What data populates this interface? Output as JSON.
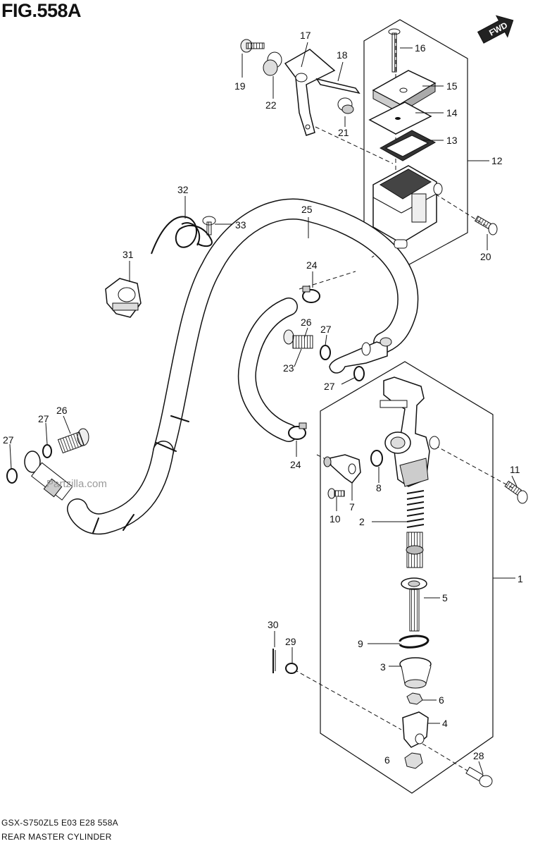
{
  "header": {
    "figure_title": "FIG.558A"
  },
  "watermark": {
    "text": "Partzilla.com"
  },
  "footer": {
    "model_code": "GSX-S750ZL5  E03  E28  558A",
    "section_name": "REAR MASTER CYLINDER"
  },
  "fwd_badge": {
    "label": "FWD"
  },
  "callouts": [
    {
      "id": "c1",
      "label": "1"
    },
    {
      "id": "c2",
      "label": "2"
    },
    {
      "id": "c3",
      "label": "3"
    },
    {
      "id": "c4",
      "label": "4"
    },
    {
      "id": "c5",
      "label": "5"
    },
    {
      "id": "c6a",
      "label": "6"
    },
    {
      "id": "c6b",
      "label": "6"
    },
    {
      "id": "c7",
      "label": "7"
    },
    {
      "id": "c8",
      "label": "8"
    },
    {
      "id": "c9",
      "label": "9"
    },
    {
      "id": "c10",
      "label": "10"
    },
    {
      "id": "c11",
      "label": "11"
    },
    {
      "id": "c12",
      "label": "12"
    },
    {
      "id": "c13",
      "label": "13"
    },
    {
      "id": "c14",
      "label": "14"
    },
    {
      "id": "c15",
      "label": "15"
    },
    {
      "id": "c16",
      "label": "16"
    },
    {
      "id": "c17",
      "label": "17"
    },
    {
      "id": "c18",
      "label": "18"
    },
    {
      "id": "c19",
      "label": "19"
    },
    {
      "id": "c20",
      "label": "20"
    },
    {
      "id": "c21",
      "label": "21"
    },
    {
      "id": "c22",
      "label": "22"
    },
    {
      "id": "c23",
      "label": "23"
    },
    {
      "id": "c24a",
      "label": "24"
    },
    {
      "id": "c24b",
      "label": "24"
    },
    {
      "id": "c25",
      "label": "25"
    },
    {
      "id": "c26a",
      "label": "26"
    },
    {
      "id": "c26b",
      "label": "26"
    },
    {
      "id": "c27a",
      "label": "27"
    },
    {
      "id": "c27b",
      "label": "27"
    },
    {
      "id": "c27c",
      "label": "27"
    },
    {
      "id": "c27d",
      "label": "27"
    },
    {
      "id": "c28",
      "label": "28"
    },
    {
      "id": "c29",
      "label": "29"
    },
    {
      "id": "c30",
      "label": "30"
    },
    {
      "id": "c31",
      "label": "31"
    },
    {
      "id": "c32",
      "label": "32"
    },
    {
      "id": "c33",
      "label": "33"
    }
  ]
}
